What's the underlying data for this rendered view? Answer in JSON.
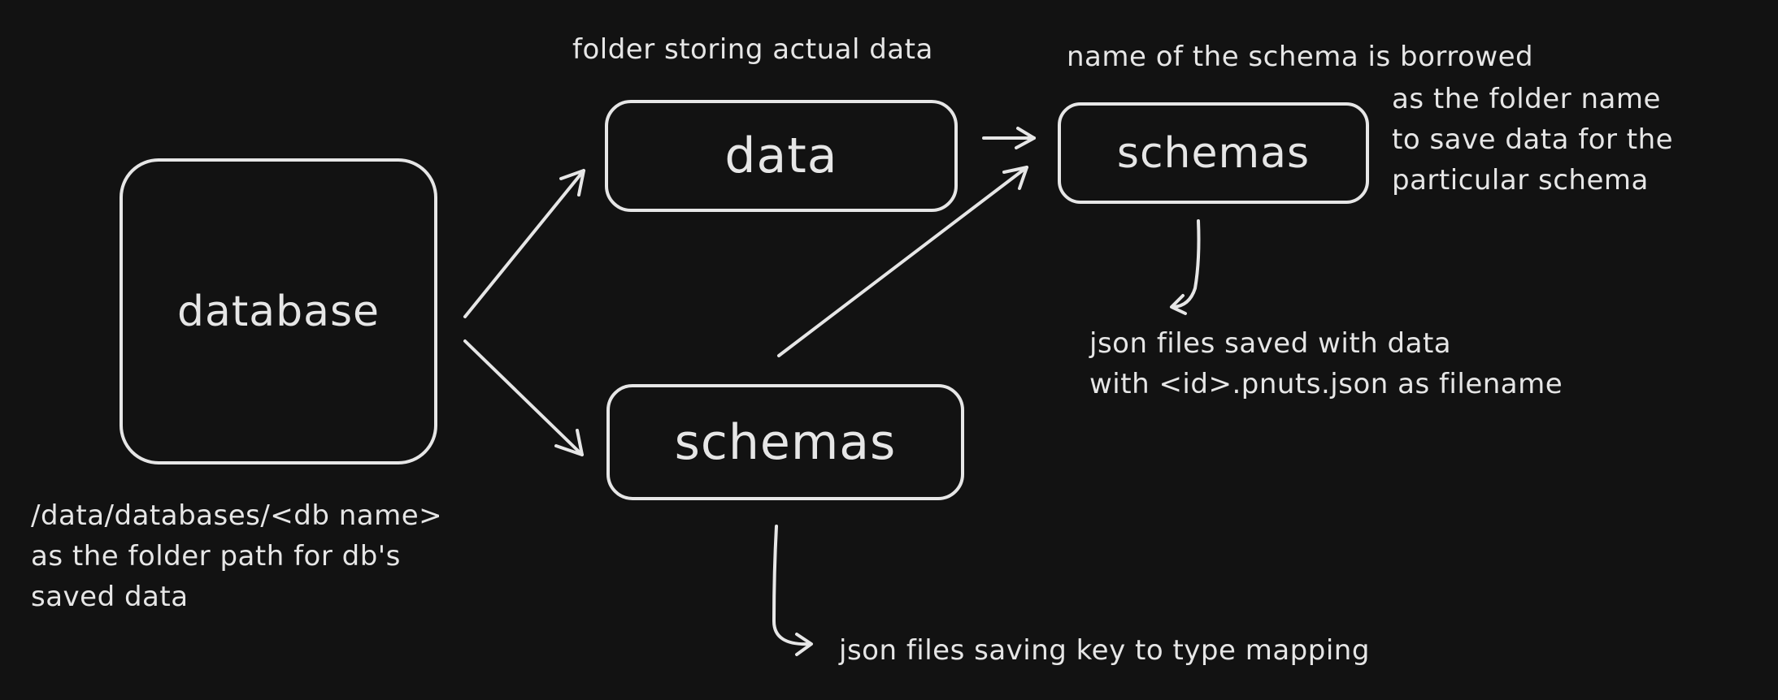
{
  "nodes": {
    "database": "database",
    "data": "data",
    "schemas_lower": "schemas",
    "schemas_upper": "schemas"
  },
  "notes": {
    "data_folder": "folder storing actual data",
    "schema_name": [
      "name of the schema is borrowed",
      "as the folder name",
      "to save data for the",
      "particular schema"
    ],
    "json_data": [
      "json files saved with data",
      "with <id>.pnuts.json as filename"
    ],
    "db_path": [
      "/data/databases/<db name>",
      "as the folder path for db's",
      "saved data"
    ],
    "json_schema": "json files saving key to type mapping"
  },
  "colors": {
    "background": "#121212",
    "stroke": "#e6e6e6"
  }
}
